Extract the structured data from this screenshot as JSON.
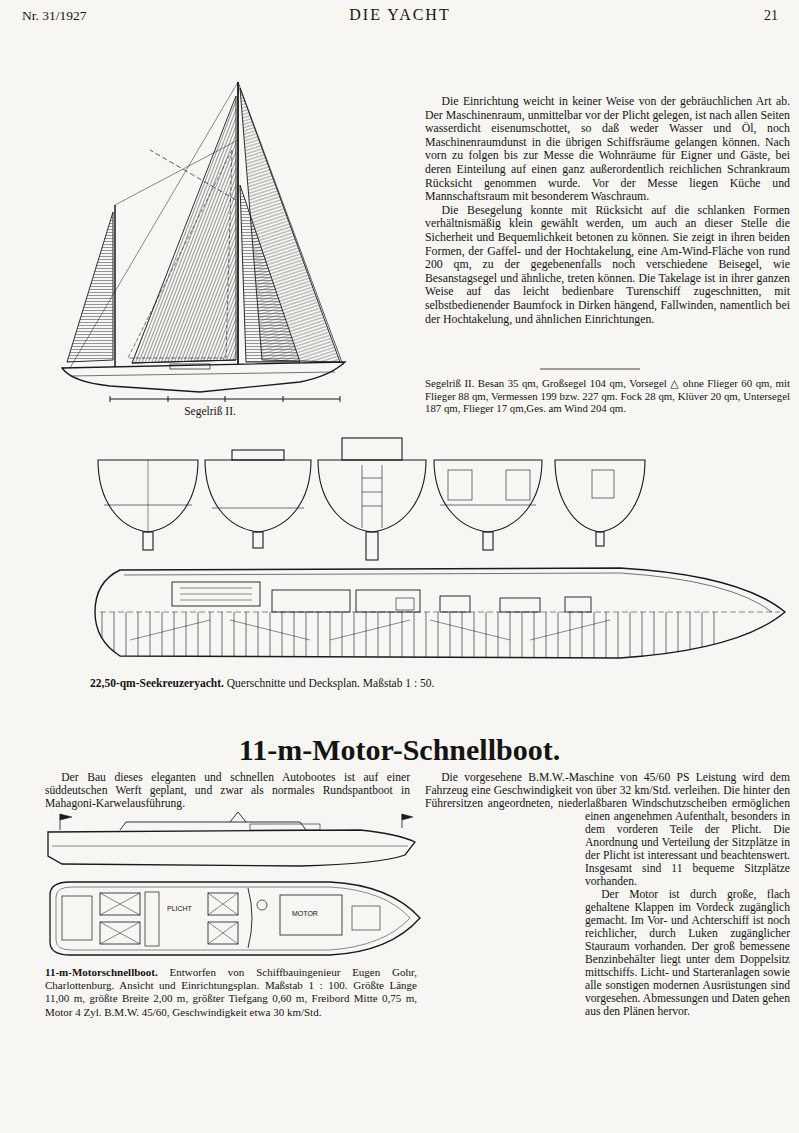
{
  "diagram": {
    "title": "11-m-Motor-Schnellboot.",
    "labels": [
      "Nr. 31/1927",
      "DIE YACHT",
      "21",
      "Die Einrichtung weicht in keiner Weise von der gebräuchlichen Art ab. Der Maschinenraum, unmittelbar vor der Plicht gelegen, ist nach allen Seiten wasserdicht eisenumschottet, so daß weder Wasser und Öl, noch Maschinenraumdunst in die übrigen Schiffsräume gelangen können. Nach vorn zu folgen bis zur Messe die Wohnräume für Eigner und Gäste, bei deren Einteilung auf einen ganz außerordentlich reichlichen Schrankraum Rücksicht genommen wurde. Vor der Messe liegen Küche und Mannschaftsraum mit besonderem Waschraum.",
      "Die Besegelung konnte mit Rücksicht auf die schlanken Formen verhältnismäßig klein gewählt werden, um auch an dieser Stelle die Sicherheit und Bequemlichkeit betonen zu können. Sie zeigt in ihren beiden Formen, der Gaffel- und der Hochtakelung, eine Am-Wind-Fläche von rund 200 qm, zu der gegebenenfalls noch verschiedene Beisegel, wie Besanstagsegel und ähnliche, treten können. Die Takelage ist in ihrer ganzen Weise auf das leicht bedienbare Turenschiff zugeschnitten, mit selbstbedienender Baumfock in Dirken hängend, Fallwinden, namentlich bei der Hochtakelung, und ähnlichen Einrichtungen.",
      "Segelriß II. Besan 35 qm, Großsegel 104 qm, Vorsegel △ ohne Flieger 60 qm, mit Flieger 88 qm, Vermessen 199 bzw. 227 qm. Fock 28 qm, Klüver 20 qm, Untersegel 187 qm, Flieger 17 qm,Ges. am Wind 204 qm.",
      "Segelriß II.",
      "22,50-qm-Seekreuzeryacht.",
      " Querschnitte und Decksplan. Maßstab 1 : 50.",
      "Der Bau dieses eleganten und schnellen Autobootes ist auf einer süddeutschen Werft geplant, und zwar als normales Rundspantboot in Mahagoni-Karwelausführung.",
      "Die vorgesehene B.M.W.-Maschine von 45/60 PS Leistung wird dem Fahrzeug eine Geschwindigkeit von über 32 km/Std. verleihen. Die hinter den Führersitzen angeordneten, niederlaßbaren Windschutzscheiben ermöglichen einen angenehmen Aufenthalt, besonders in dem vorderen Teile der Plicht. Die Anordnung und Verteilung der Sitzplätze in der Plicht ist interessant und beachtenswert. Insgesamt sind 11 bequeme Sitzplätze vorhanden.",
      "Der Motor ist durch große, flach gehaltene Klappen im Vordeck zugänglich gemacht. Im Vor- und Achterschiff ist noch reichlicher, durch Luken zugänglicher Stauraum vorhanden. Der groß bemessene Benzinbehälter liegt unter dem Doppelsitz mittschiffs. Licht- und Starteranlagen sowie alle sonstigen modernen Ausrüstungen sind vorgesehen. Abmessungen und Daten gehen aus den Plänen hervor.",
      "11-m-Motorschnellboot.",
      " Entworfen von Schiffbauingenieur Eugen Gohr, Charlottenburg. Ansicht und Einrichtungsplan. Maßstab 1 : 100. Größte Länge 11,00 m, größte Breite 2,00 m, größter Tiefgang 0,60 m, Freibord Mitte 0,75 m, Motor 4 Zyl. B.M.W. 45/60, Geschwindigkeit etwa 30 km/Std.",
      "PLICHT",
      "MOTOR"
    ]
  }
}
